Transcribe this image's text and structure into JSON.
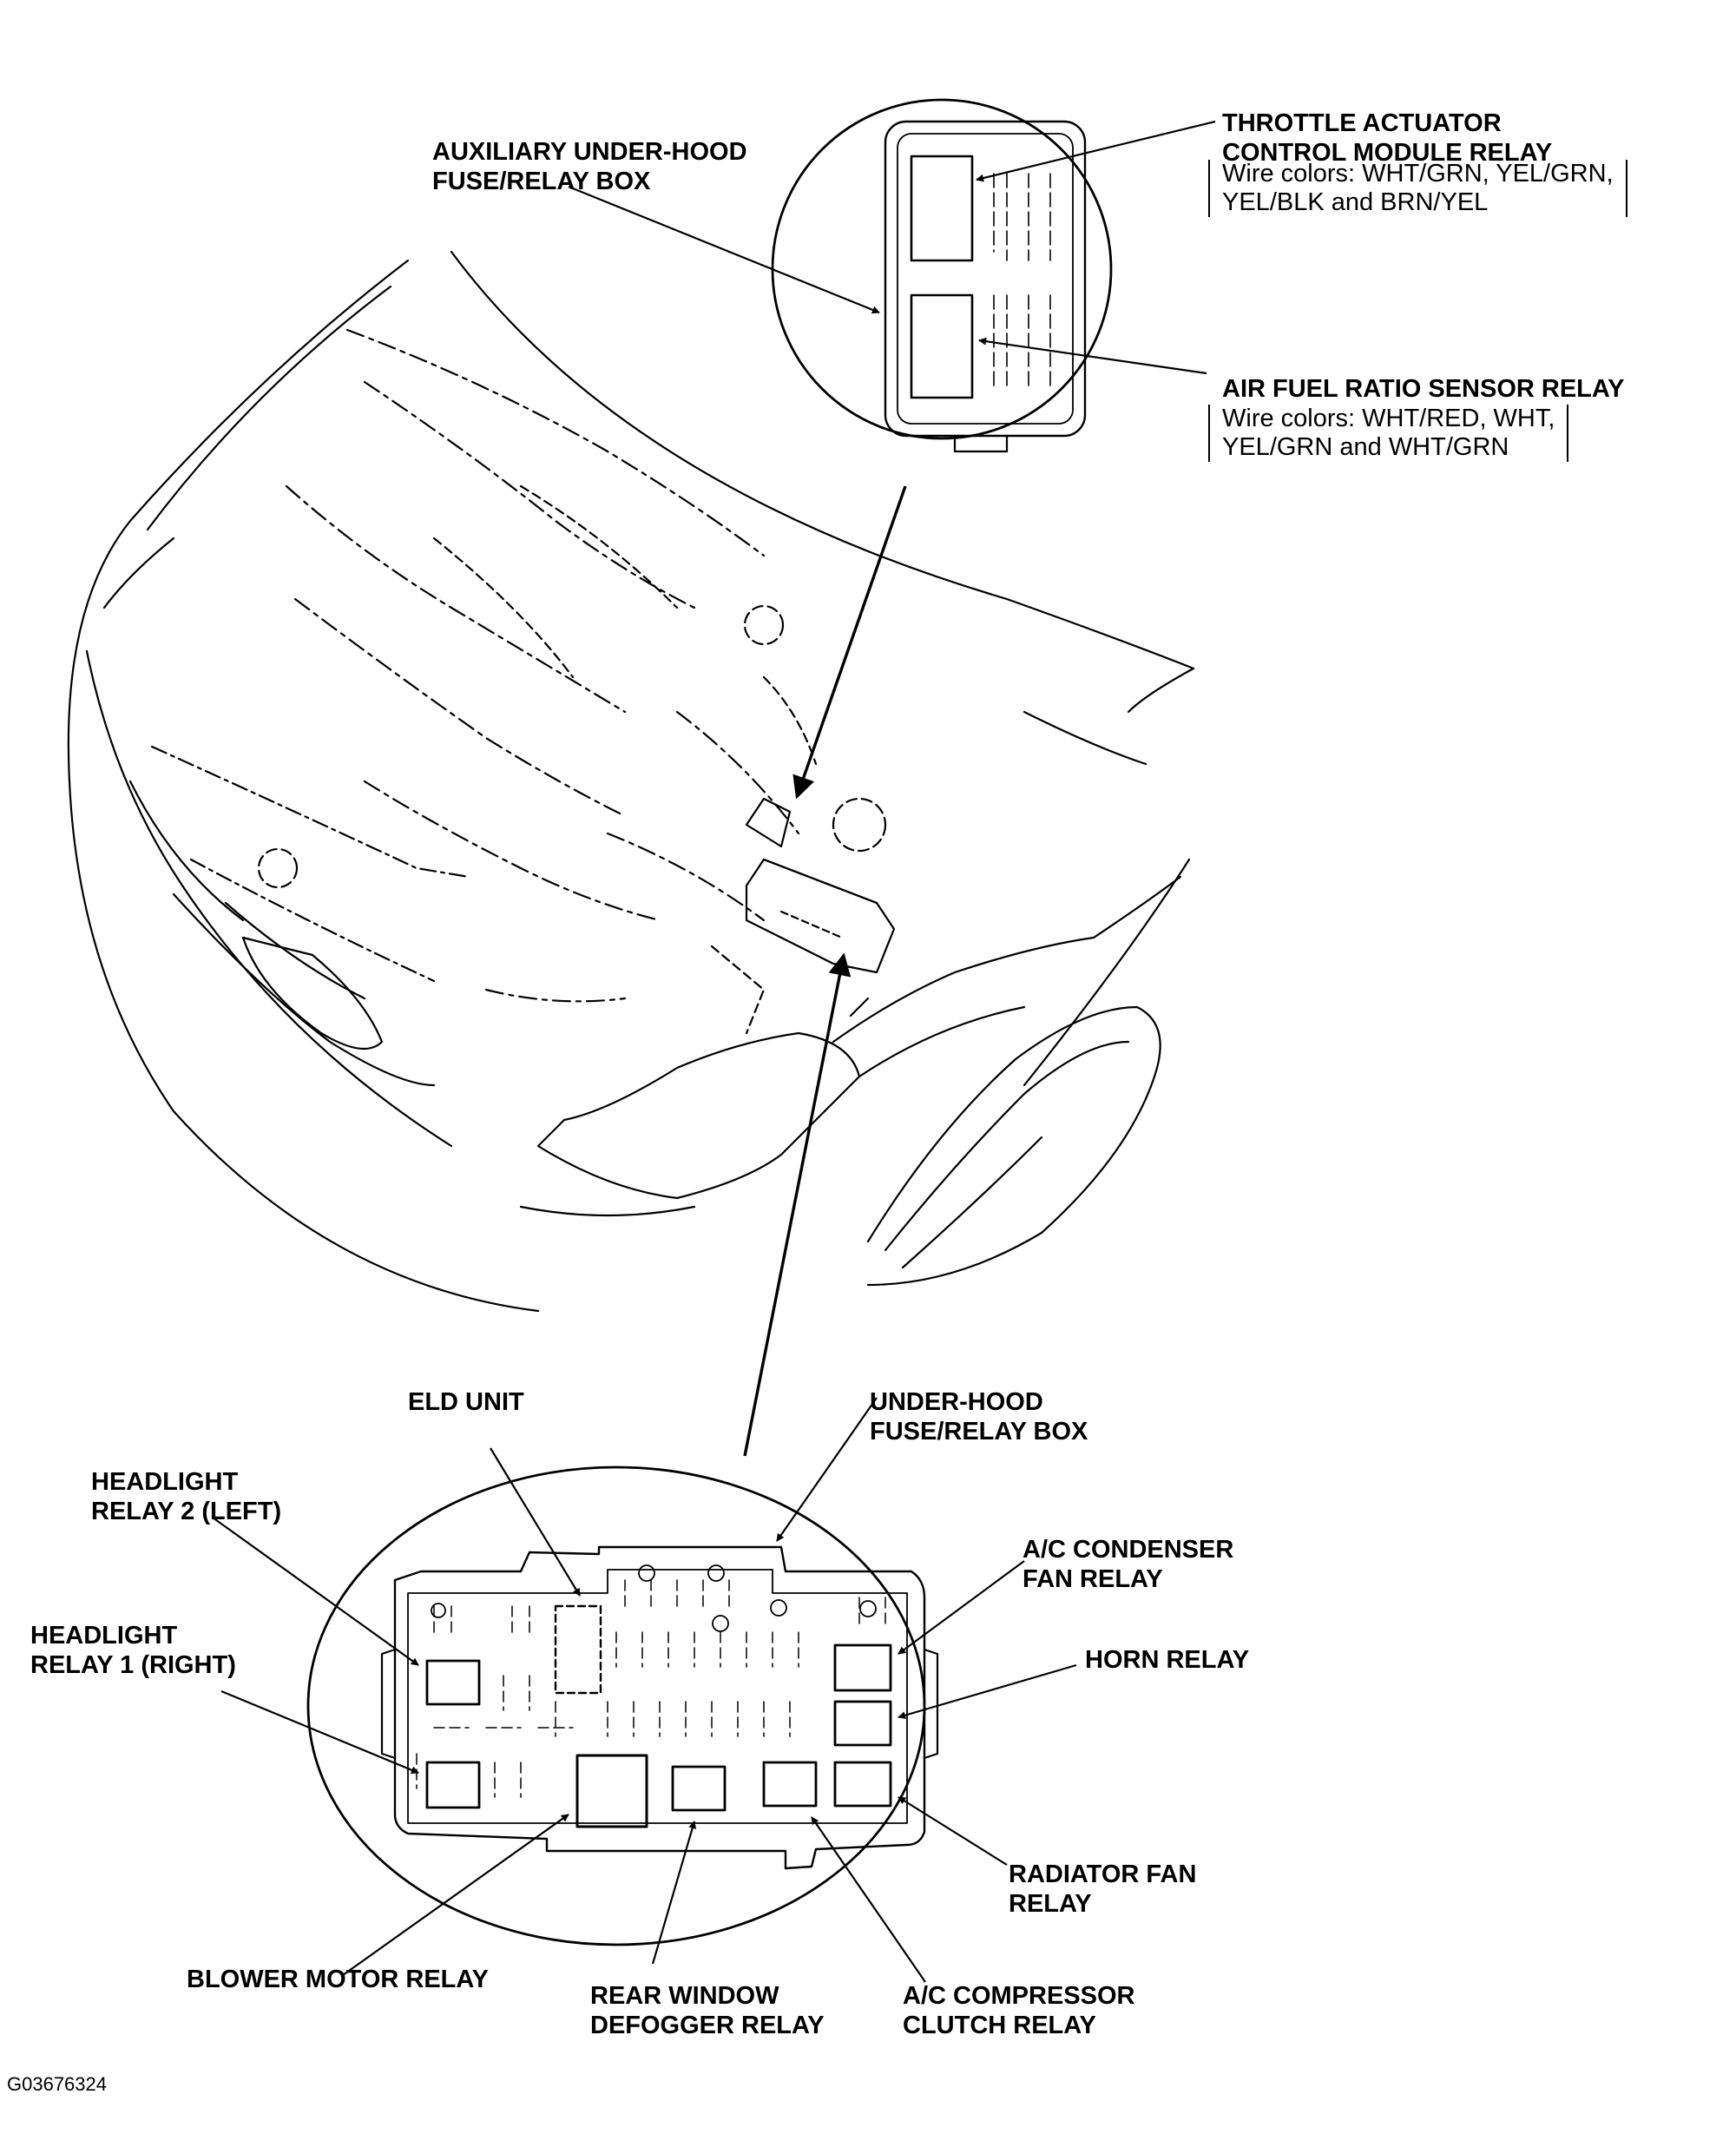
{
  "labels": {
    "aux_box": [
      "AUXILIARY UNDER-HOOD",
      "FUSE/RELAY BOX"
    ],
    "tac_relay": [
      "THROTTLE ACTUATOR",
      "CONTROL MODULE RELAY"
    ],
    "tac_wires": [
      "Wire colors: WHT/GRN, YEL/GRN,",
      "YEL/BLK and BRN/YEL"
    ],
    "afr_relay": [
      "AIR FUEL RATIO SENSOR RELAY"
    ],
    "afr_wires": [
      "Wire colors: WHT/RED, WHT,",
      "YEL/GRN and WHT/GRN"
    ],
    "eld_unit": [
      "ELD UNIT"
    ],
    "underhood_box": [
      "UNDER-HOOD",
      "FUSE/RELAY BOX"
    ],
    "headlight_2": [
      "HEADLIGHT",
      "RELAY 2 (LEFT)"
    ],
    "headlight_1": [
      "HEADLIGHT",
      "RELAY 1 (RIGHT)"
    ],
    "ac_condenser": [
      "A/C CONDENSER",
      "FAN RELAY"
    ],
    "horn": [
      "HORN RELAY"
    ],
    "radiator_fan": [
      "RADIATOR FAN",
      "RELAY"
    ],
    "ac_compressor": [
      "A/C COMPRESSOR",
      "CLUTCH RELAY"
    ],
    "rear_defogger": [
      "REAR WINDOW",
      "DEFOGGER RELAY"
    ],
    "blower": [
      "BLOWER MOTOR RELAY"
    ]
  },
  "figure_code": "G03676324"
}
